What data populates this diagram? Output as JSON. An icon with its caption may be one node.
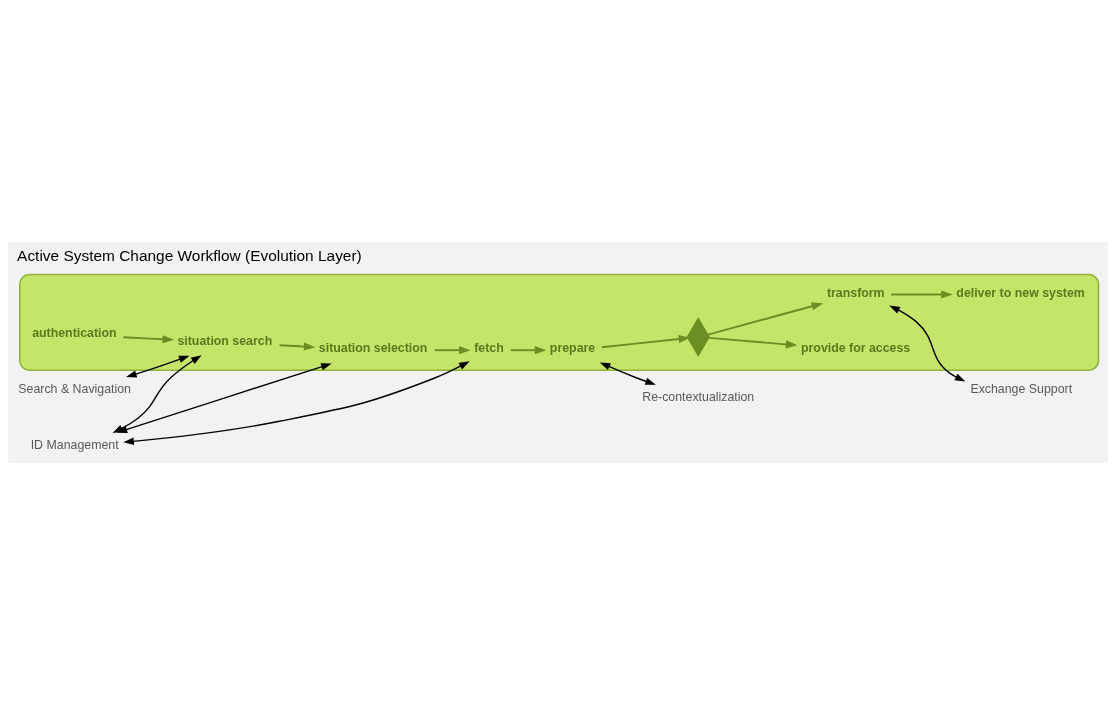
{
  "diagram": {
    "title": "Active System Change Workflow (Evolution Layer)",
    "nodes": [
      {
        "text": [],
        "shape": "arrow"
      },
      {
        "text": [
          "authentication"
        ],
        "in": 0
      },
      {
        "text": [
          "situation search"
        ],
        "in": 0
      },
      {
        "text": [
          "situation selection"
        ],
        "in": 0
      },
      {
        "text": [
          "fetch"
        ],
        "in": 0
      },
      {
        "text": [
          "provide for access"
        ],
        "in": 0
      },
      {
        "text": [],
        "shape": "diamond",
        "in": 0
      },
      {
        "text": [
          "prepare"
        ],
        "in": 0
      },
      {
        "text": [
          "deliver to new system"
        ],
        "in": 0
      },
      {
        "text": [
          "transform"
        ],
        "in": 0
      },
      {
        "text": [
          "Search & Navigation"
        ]
      },
      {
        "text": [
          "ID Management"
        ]
      },
      {
        "text": [
          "Exchange Support"
        ]
      },
      {
        "text": [
          "Re-contextualization"
        ]
      }
    ],
    "edges": [
      {
        "from": 1,
        "to": 2,
        "arrow": "to"
      },
      {
        "from": 2,
        "to": 3,
        "arrow": "to"
      },
      {
        "from": 3,
        "to": 4,
        "arrow": "to"
      },
      {
        "from": 4,
        "to": 7,
        "arrow": "to"
      },
      {
        "from": 7,
        "to": 6,
        "arrow": "to"
      },
      {
        "from": 6,
        "to": 5,
        "arrow": "to"
      },
      {
        "from": 6,
        "to": 9,
        "arrow": "to"
      },
      {
        "from": 9,
        "to": 8,
        "arrow": "to"
      },
      {
        "from": 10,
        "to": 2,
        "arrow": "both",
        "color": "#000000"
      },
      {
        "from": 11,
        "to": 2,
        "arrow": "both",
        "color": "#000000"
      },
      {
        "from": 11,
        "to": 3,
        "arrow": "both",
        "color": "#000000"
      },
      {
        "from": 11,
        "to": 4,
        "arrow": "both",
        "color": "#000000"
      },
      {
        "from": 9,
        "to": 12,
        "arrow": "both",
        "color": "#000000"
      },
      {
        "from": 7,
        "to": 13,
        "arrow": "both",
        "color": "#000000"
      }
    ]
  }
}
